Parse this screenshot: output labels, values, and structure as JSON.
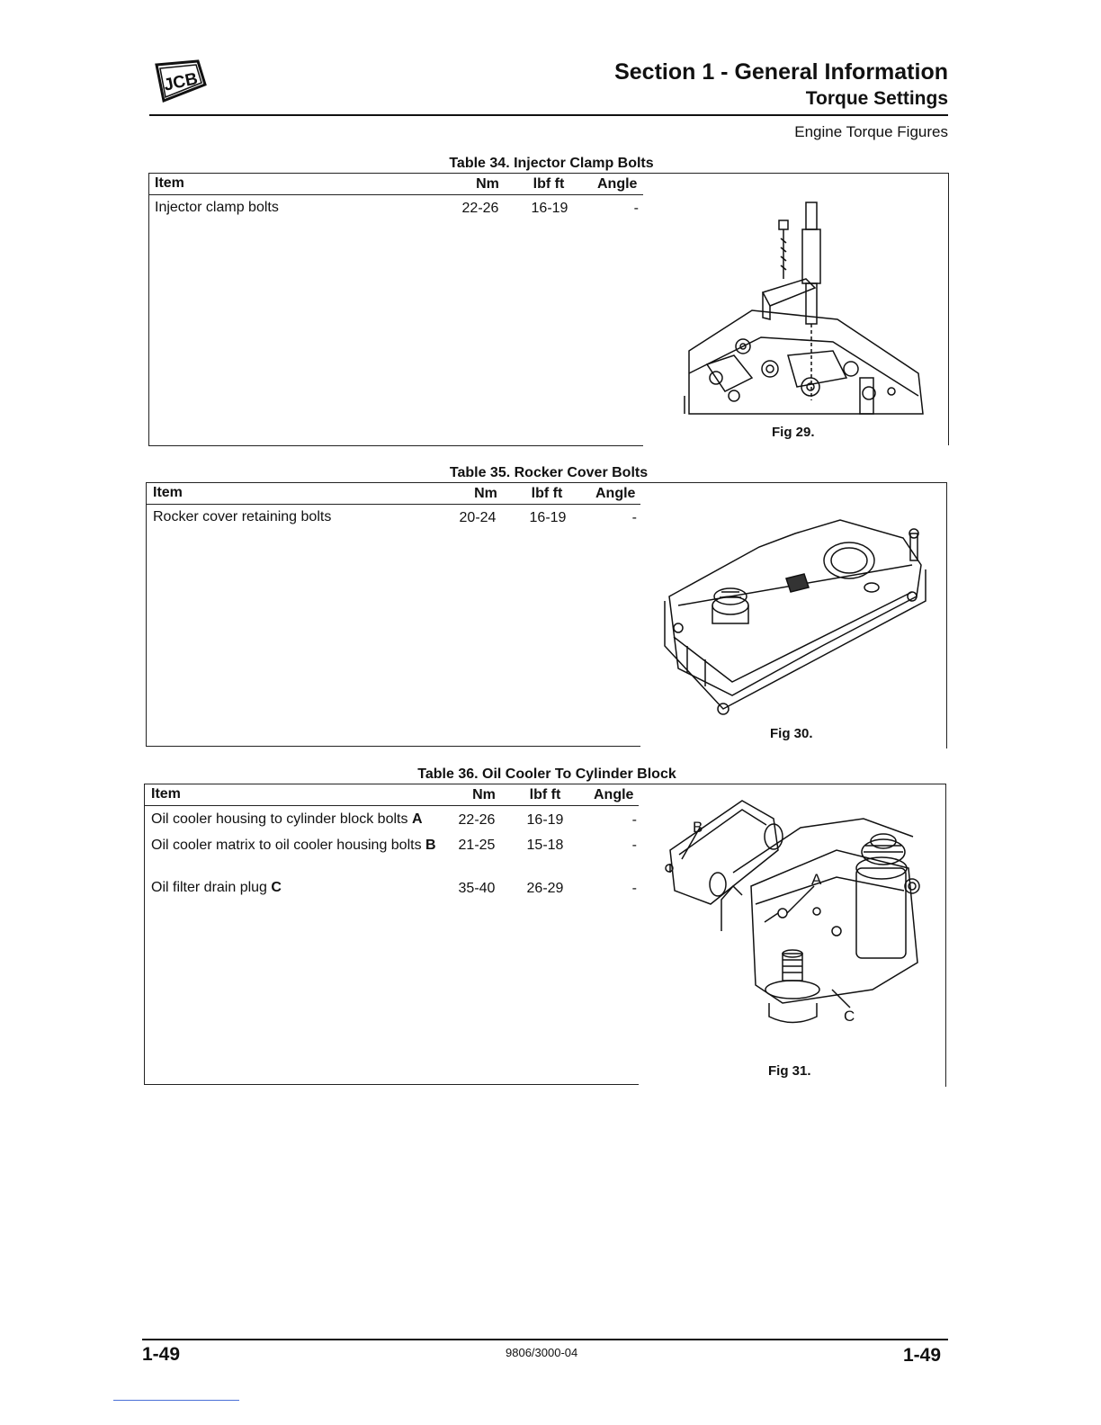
{
  "header": {
    "logo_text": "JCB",
    "section_title": "Section 1 - General Information",
    "subtitle": "Torque Settings",
    "subsection": "Engine Torque Figures"
  },
  "tables": [
    {
      "caption": "Table 34. Injector Clamp Bolts",
      "headers": [
        "Item",
        "Nm",
        "lbf ft",
        "Angle"
      ],
      "rows": [
        {
          "item": "Injector clamp bolts",
          "nm": "22-26",
          "lbfft": "16-19",
          "angle": "-"
        }
      ],
      "figure": "Fig 29."
    },
    {
      "caption": "Table 35. Rocker Cover Bolts",
      "headers": [
        "Item",
        "Nm",
        "lbf ft",
        "Angle"
      ],
      "rows": [
        {
          "item": "Rocker cover retaining bolts",
          "nm": "20-24",
          "lbfft": "16-19",
          "angle": "-"
        }
      ],
      "figure": "Fig 30."
    },
    {
      "caption": "Table 36. Oil Cooler To Cylinder Block",
      "headers": [
        "Item",
        "Nm",
        "lbf ft",
        "Angle"
      ],
      "rows": [
        {
          "item": "Oil cooler housing to cylinder block bolts",
          "ref": "A",
          "nm": "22-26",
          "lbfft": "16-19",
          "angle": "-"
        },
        {
          "item": "Oil cooler matrix to oil cooler housing bolts",
          "ref": "B",
          "nm": "21-25",
          "lbfft": "15-18",
          "angle": "-"
        },
        {
          "item": "Oil filter drain plug",
          "ref": "C",
          "nm": "35-40",
          "lbfft": "26-29",
          "angle": "-"
        }
      ],
      "figure": "Fig 31.",
      "figure_labels": [
        "A",
        "B",
        "C"
      ]
    }
  ],
  "footer": {
    "page_left": "1-49",
    "doc_number": "9806/3000-04",
    "page_right": "1-49"
  }
}
